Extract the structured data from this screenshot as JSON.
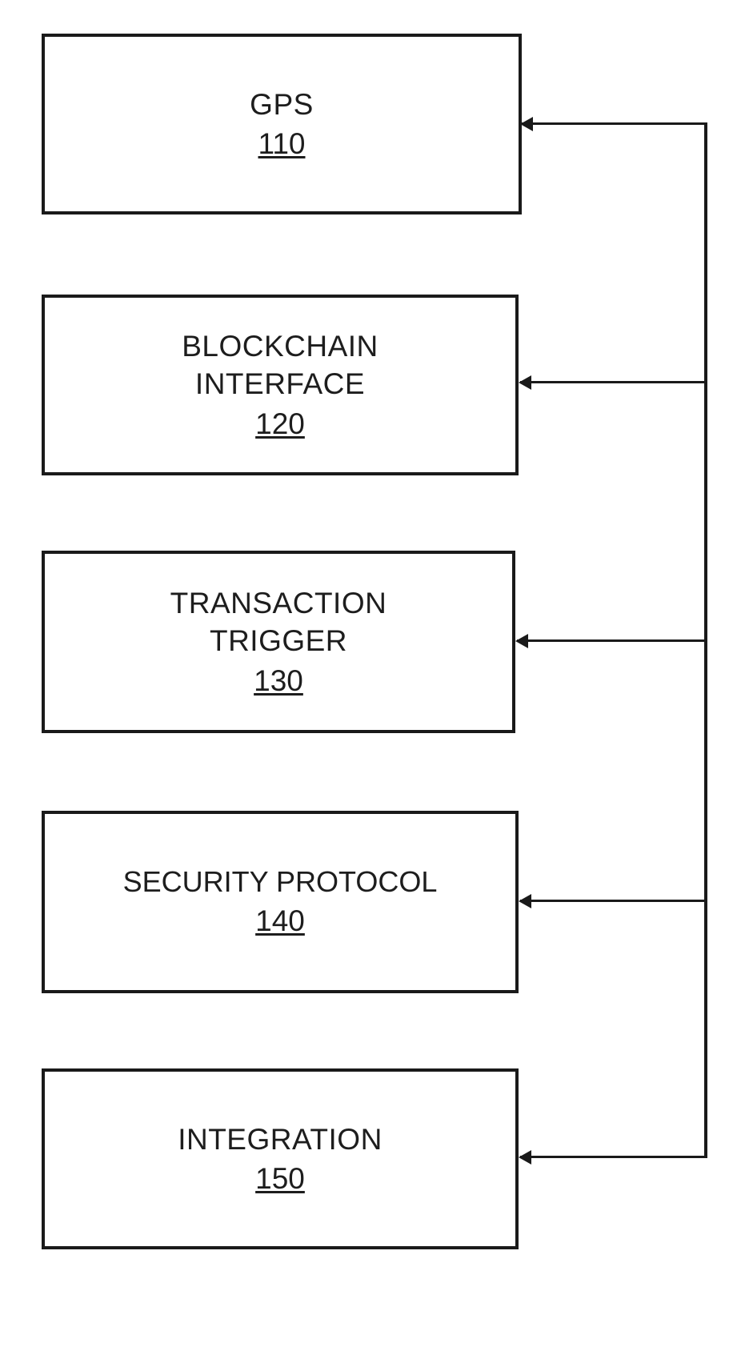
{
  "figure": {
    "type": "patent-block-diagram",
    "background_color": "#ffffff",
    "line_color": "#1a1a1a",
    "text_color": "#1d1d1d"
  },
  "blocks": [
    {
      "id": "gps",
      "title": "GPS",
      "ref": "110"
    },
    {
      "id": "blockchain",
      "title": "BLOCKCHAIN\nINTERFACE",
      "ref": "120"
    },
    {
      "id": "trigger",
      "title": "TRANSACTION\nTRIGGER",
      "ref": "130"
    },
    {
      "id": "security",
      "title": "SECURITY PROTOCOL",
      "ref": "140"
    },
    {
      "id": "integration",
      "title": "INTEGRATION",
      "ref": "150"
    }
  ],
  "connectors": {
    "bus_label": "vertical-bus",
    "arrows": [
      {
        "id": "gps",
        "direction": "left",
        "target": "GPS"
      },
      {
        "id": "blockchain",
        "direction": "left",
        "target": "BLOCKCHAIN INTERFACE"
      },
      {
        "id": "trigger",
        "direction": "left",
        "target": "TRANSACTION TRIGGER"
      },
      {
        "id": "security",
        "direction": "left",
        "target": "SECURITY PROTOCOL"
      },
      {
        "id": "integration",
        "direction": "left",
        "target": "INTEGRATION"
      }
    ]
  }
}
